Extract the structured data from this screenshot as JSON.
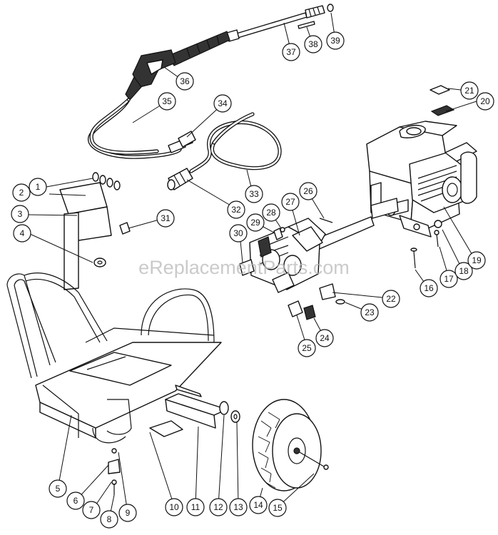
{
  "watermark": "eReplacementParts.com",
  "callouts": [
    {
      "id": "1",
      "name": "callout-1"
    },
    {
      "id": "2",
      "name": "callout-2"
    },
    {
      "id": "3",
      "name": "callout-3"
    },
    {
      "id": "4",
      "name": "callout-4"
    },
    {
      "id": "5",
      "name": "callout-5"
    },
    {
      "id": "6",
      "name": "callout-6"
    },
    {
      "id": "7",
      "name": "callout-7"
    },
    {
      "id": "8",
      "name": "callout-8"
    },
    {
      "id": "9",
      "name": "callout-9"
    },
    {
      "id": "10",
      "name": "callout-10"
    },
    {
      "id": "11",
      "name": "callout-11"
    },
    {
      "id": "12",
      "name": "callout-12"
    },
    {
      "id": "13",
      "name": "callout-13"
    },
    {
      "id": "14",
      "name": "callout-14"
    },
    {
      "id": "15",
      "name": "callout-15"
    },
    {
      "id": "16",
      "name": "callout-16"
    },
    {
      "id": "17",
      "name": "callout-17"
    },
    {
      "id": "18",
      "name": "callout-18"
    },
    {
      "id": "19",
      "name": "callout-19"
    },
    {
      "id": "20",
      "name": "callout-20"
    },
    {
      "id": "21",
      "name": "callout-21"
    },
    {
      "id": "22",
      "name": "callout-22"
    },
    {
      "id": "23",
      "name": "callout-23"
    },
    {
      "id": "24",
      "name": "callout-24"
    },
    {
      "id": "25",
      "name": "callout-25"
    },
    {
      "id": "26",
      "name": "callout-26"
    },
    {
      "id": "27",
      "name": "callout-27"
    },
    {
      "id": "28",
      "name": "callout-28"
    },
    {
      "id": "29",
      "name": "callout-29"
    },
    {
      "id": "30",
      "name": "callout-30"
    },
    {
      "id": "31",
      "name": "callout-31"
    },
    {
      "id": "32",
      "name": "callout-32"
    },
    {
      "id": "33",
      "name": "callout-33"
    },
    {
      "id": "34",
      "name": "callout-34"
    },
    {
      "id": "35",
      "name": "callout-35"
    },
    {
      "id": "36",
      "name": "callout-36"
    },
    {
      "id": "37",
      "name": "callout-37"
    },
    {
      "id": "38",
      "name": "callout-38"
    },
    {
      "id": "39",
      "name": "callout-39"
    }
  ]
}
